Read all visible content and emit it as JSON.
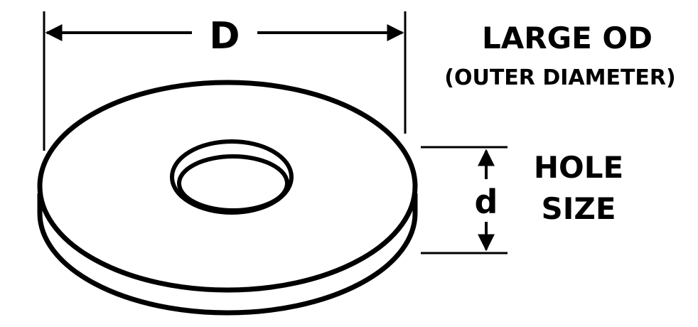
{
  "diagram": {
    "outer_dimension_label": "D",
    "hole_dimension_label": "d",
    "large_od_title": "LARGE OD",
    "large_od_subtitle": "(OUTER DIAMETER)",
    "hole_size_line1": "HOLE",
    "hole_size_line2": "SIZE"
  },
  "colors": {
    "stroke": "#000000",
    "background": "#ffffff"
  }
}
